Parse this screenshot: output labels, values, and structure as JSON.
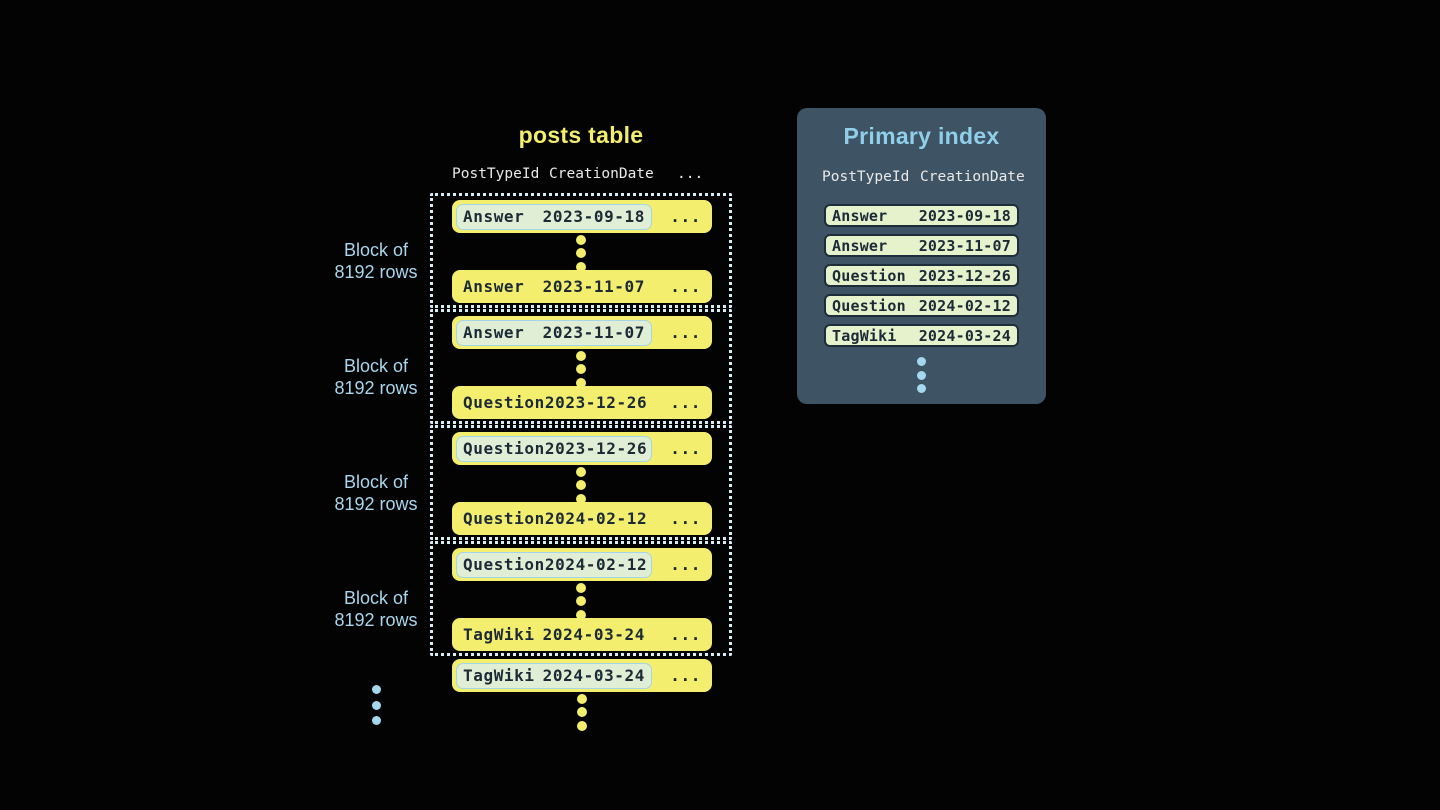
{
  "colors": {
    "background": "#030303",
    "yellow": "#f3ee6e",
    "row-text": "#1b2a36",
    "header-text": "#e9e9e9",
    "label-blue": "#a9d6ec",
    "dotted-border": "#d9edf7",
    "panel-bg": "#3e5464",
    "panel-title": "#8fcfe9",
    "index-row-bg": "#e5f2cc",
    "index-row-border": "#1e2d3a",
    "highlight-bg": "#dfeed4",
    "highlight-border": "#a2d6e8",
    "dot-blue": "#a5d8ee"
  },
  "posts_table": {
    "title": "posts table",
    "columns": [
      "PostTypeId",
      "CreationDate",
      "..."
    ],
    "row_ellipsis": "...",
    "blocks": [
      {
        "label": [
          "Block of",
          "8192 rows"
        ],
        "first_row": {
          "type": "Answer",
          "date": "2023-09-18"
        },
        "last_row": {
          "type": "Answer",
          "date": "2023-11-07"
        }
      },
      {
        "label": [
          "Block of",
          "8192 rows"
        ],
        "first_row": {
          "type": "Answer",
          "date": "2023-11-07"
        },
        "last_row": {
          "type": "Question",
          "date": "2023-12-26"
        }
      },
      {
        "label": [
          "Block of",
          "8192 rows"
        ],
        "first_row": {
          "type": "Question",
          "date": "2023-12-26"
        },
        "last_row": {
          "type": "Question",
          "date": "2024-02-12"
        }
      },
      {
        "label": [
          "Block of",
          "8192 rows"
        ],
        "first_row": {
          "type": "Question",
          "date": "2024-02-12"
        },
        "last_row": {
          "type": "TagWiki",
          "date": "2024-03-24"
        }
      }
    ],
    "trailing_row": {
      "type": "TagWiki",
      "date": "2024-03-24"
    }
  },
  "primary_index": {
    "title": "Primary index",
    "columns": [
      "PostTypeId",
      "CreationDate"
    ],
    "rows": [
      {
        "type": "Answer",
        "date": "2023-09-18"
      },
      {
        "type": "Answer",
        "date": "2023-11-07"
      },
      {
        "type": "Question",
        "date": "2023-12-26"
      },
      {
        "type": "Question",
        "date": "2024-02-12"
      },
      {
        "type": "TagWiki",
        "date": "2024-03-24"
      }
    ]
  }
}
